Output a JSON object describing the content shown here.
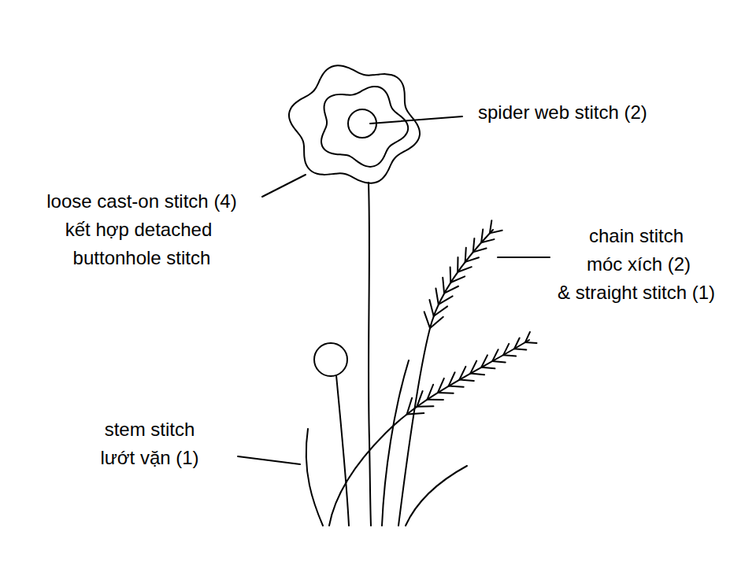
{
  "diagram": {
    "labels": [
      "spider web stitch (2)",
      "loose cast-on stitch (4)",
      "kết hợp detached",
      "buttonhole stitch",
      "chain stitch",
      "móc xích (2)",
      "& straight stitch (1)",
      "stem stitch",
      "lướt vặn (1)"
    ]
  }
}
